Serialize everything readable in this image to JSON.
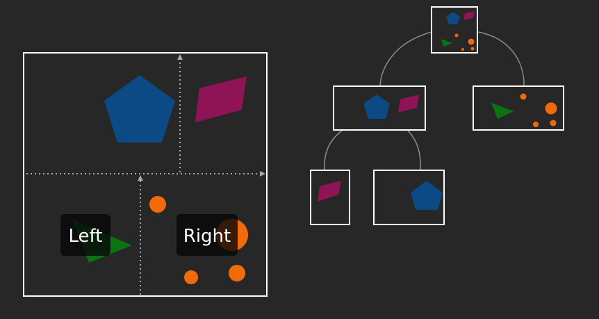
{
  "colors": {
    "background": "#272727",
    "frame": "#ffffff",
    "guide": "#a9a9a9",
    "tree_edge": "#8c8c8c",
    "pentagon": "#0b4a84",
    "parallelogram": "#8f1457",
    "triangle": "#0c7212",
    "circle": "#f26a0a",
    "tag_bg": "#070707"
  },
  "labels": {
    "left": "Left",
    "right": "Right"
  },
  "tree": {
    "nodes": [
      {
        "id": "root",
        "name": "root-node",
        "contents": [
          "pentagon",
          "parallelogram",
          "triangle",
          "circles"
        ]
      },
      {
        "id": "a",
        "name": "left-child-node",
        "parent": "root",
        "contents": [
          "pentagon",
          "parallelogram"
        ]
      },
      {
        "id": "b",
        "name": "right-child-node",
        "parent": "root",
        "contents": [
          "triangle",
          "circles"
        ]
      },
      {
        "id": "a1",
        "name": "left-left-leaf-node",
        "parent": "a",
        "contents": [
          "parallelogram"
        ]
      },
      {
        "id": "a2",
        "name": "left-right-leaf-node",
        "parent": "a",
        "contents": [
          "pentagon"
        ]
      }
    ]
  }
}
